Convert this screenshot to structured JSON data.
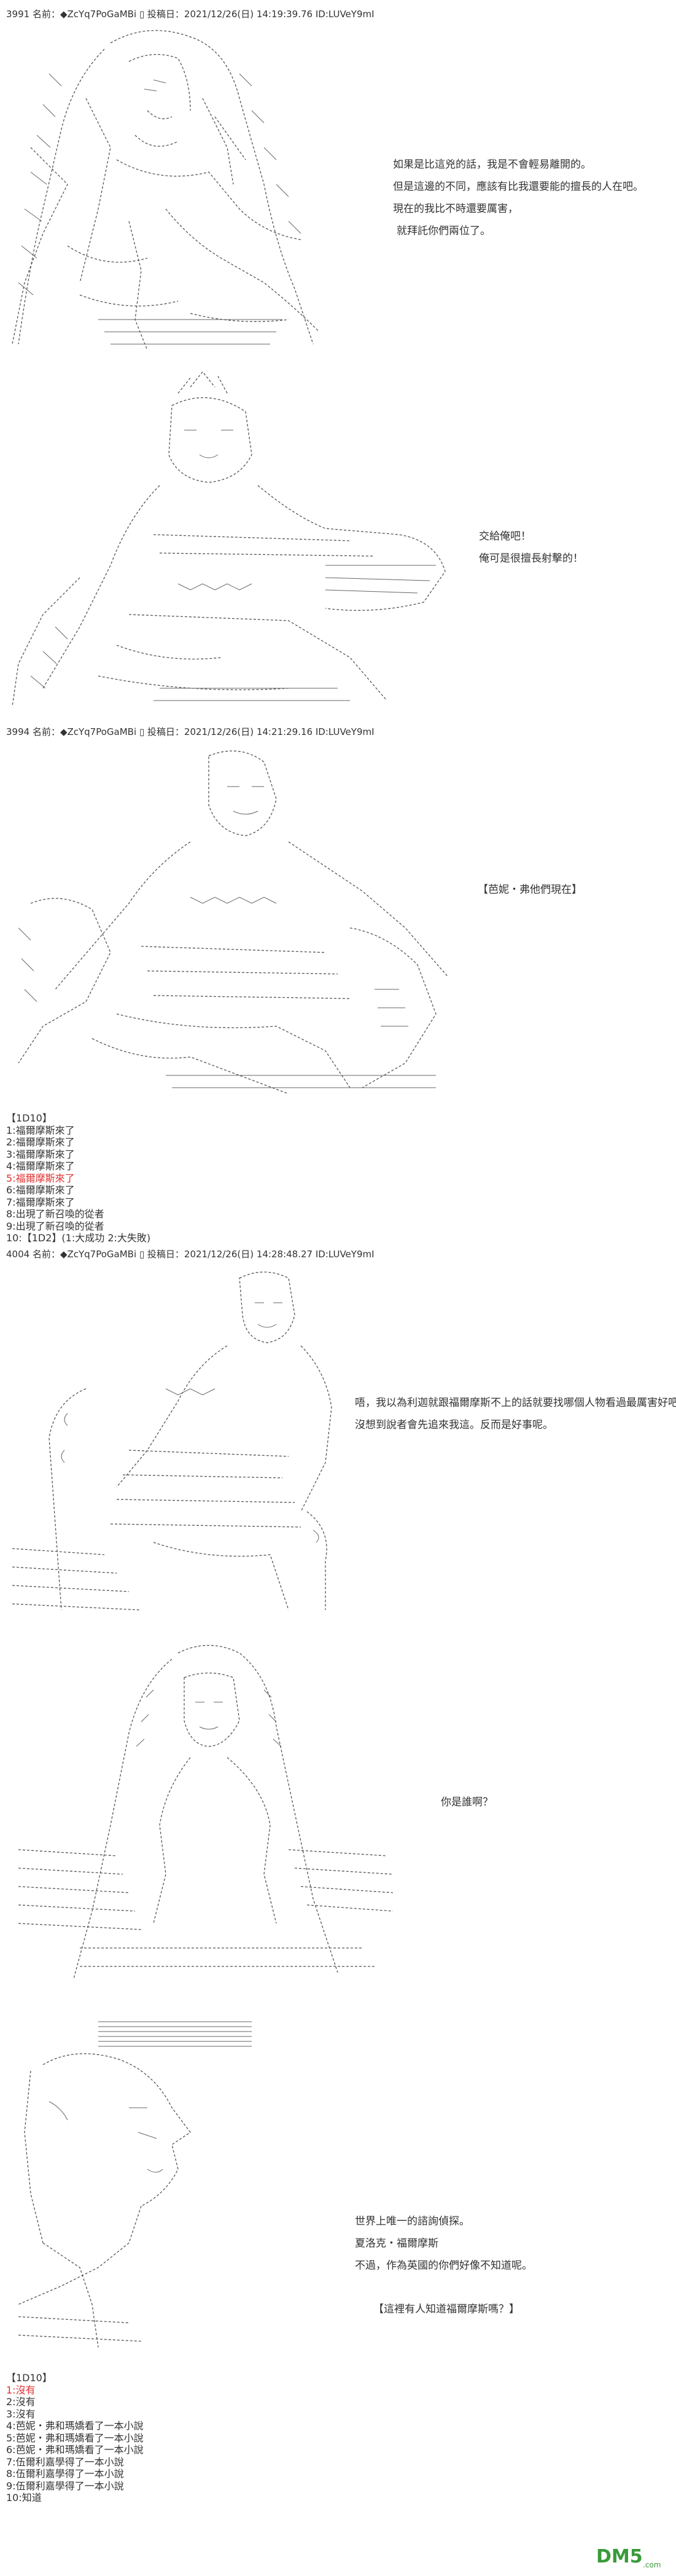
{
  "posts": [
    {
      "header": "3991 名前：◆ZcYq7PoGaMBi ▯ 投稿日：2021/12/26(日) 14:19:39.76 ID:LUVeY9mI"
    },
    {
      "header": "3994 名前：◆ZcYq7PoGaMBi ▯ 投稿日：2021/12/26(日) 14:21:29.16 ID:LUVeY9mI"
    },
    {
      "header": "4004 名前：◆ZcYq7PoGaMBi ▯ 投稿日：2021/12/26(日) 14:28:48.27 ID:LUVeY9mI"
    }
  ],
  "dialogues": {
    "d1": [
      "如果是比這兇的話，我是不會輕易離開的。",
      "但是這邊的不同，應該有比我還要能的擅長的人在吧。",
      "現在的我比不時還要厲害，",
      "就拜託你們兩位了。"
    ],
    "d2": [
      "交給俺吧！",
      "俺可是很擅長射擊的！"
    ],
    "d3": [
      "【芭妮・弗他們現在】"
    ],
    "d4": [
      "唔，我以為利迦就跟福爾摩斯不上的話就要找哪個人物看過最厲害好吧？……",
      "沒想到說者會先追來我這。反而是好事呢。"
    ],
    "d5": [
      "你是誰啊？"
    ],
    "d6": [
      "世界上唯一的諮詢偵探。",
      "夏洛克・福爾摩斯",
      "不過，作為英國的你們好像不知道呢。"
    ],
    "d7": [
      "【這裡有人知道福爾摩斯嗎？】"
    ]
  },
  "choices1": {
    "title": "【1D10】",
    "items": [
      "1:福爾摩斯來了",
      "2:福爾摩斯來了",
      "3:福爾摩斯來了",
      "4:福爾摩斯來了",
      "5:福爾摩斯來了",
      "6:福爾摩斯來了",
      "7:福爾摩斯來了",
      "8:出現了新召喚的從者",
      "9:出現了新召喚的從者",
      "10:【1D2】(1:大成功 2:大失敗)"
    ],
    "highlight_index": 4
  },
  "choices2": {
    "title": "【1D10】",
    "items": [
      "1:沒有",
      "2:沒有",
      "3:沒有",
      "4:芭妮・弗和瑪嬌看了一本小說",
      "5:芭妮・弗和瑪嬌看了一本小說",
      "6:芭妮・弗和瑪嬌看了一本小說",
      "7:伍爾利嘉學得了一本小說",
      "8:伍爾利嘉學得了一本小說",
      "9:伍爾利嘉學得了一本小說",
      "10:知道"
    ],
    "highlight_index": 0
  },
  "watermark": {
    "text": "DM5",
    "suffix": ".com",
    "color": "#3a9a3a"
  },
  "colors": {
    "highlight": "#e03030",
    "ascii_art": "#555555"
  }
}
